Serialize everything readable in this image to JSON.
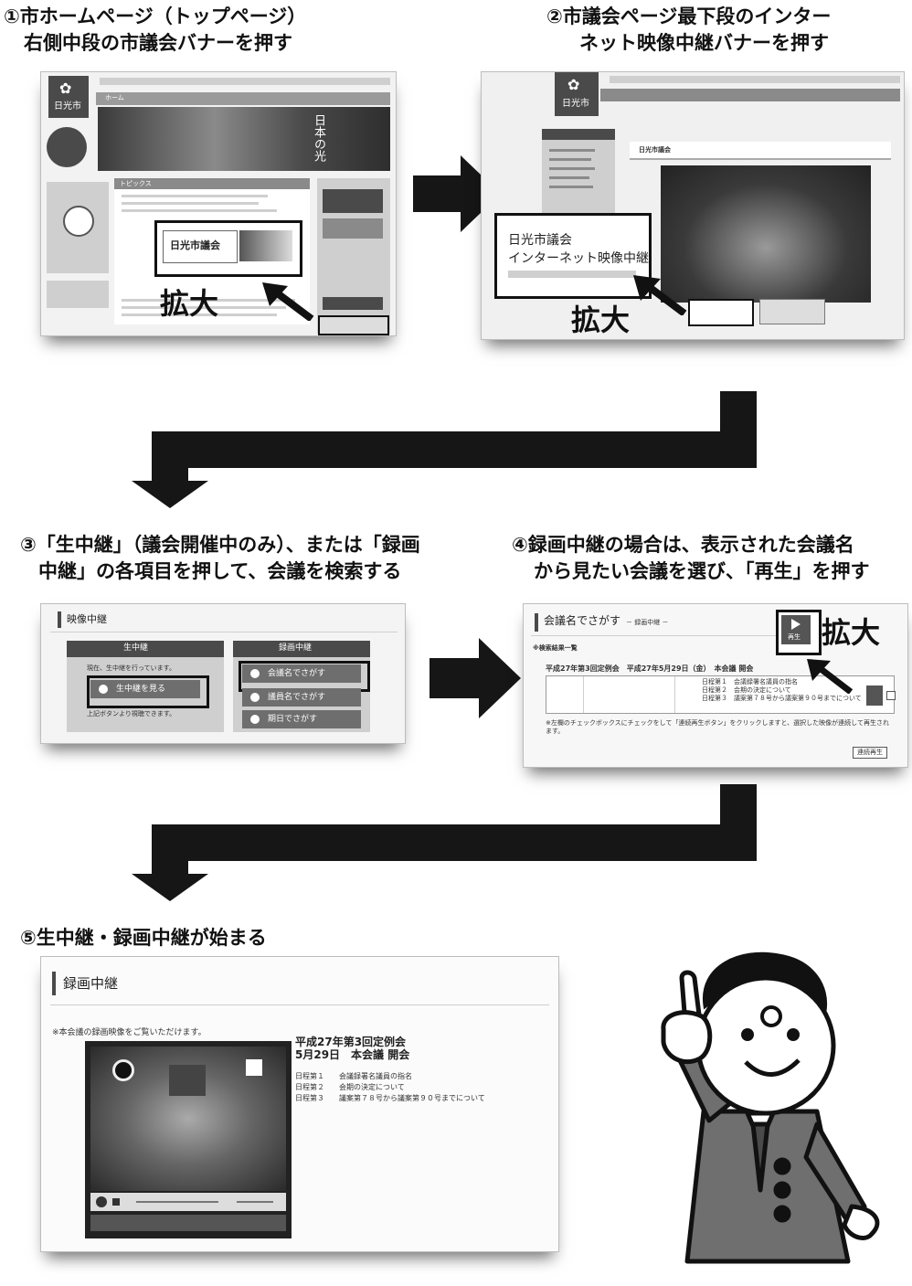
{
  "steps": [
    {
      "number": "①",
      "title_line1": "市ホームページ（トップページ）",
      "title_line2": "右側中段の市議会バナーを押す"
    },
    {
      "number": "②",
      "title_line1": "市議会ページ最下段のインター",
      "title_line2": "ネット映像中継バナーを押す"
    },
    {
      "number": "③",
      "title_line1": "「生中継」（議会開催中のみ）、または「録画",
      "title_line2": "中継」の各項目を押して、会議を検索する"
    },
    {
      "number": "④",
      "title_line1": "録画中継の場合は、表示された会議名",
      "title_line2": "から見たい会議を選び、「再生」を押す"
    },
    {
      "number": "⑤",
      "title_line1": "生中継・録画中継が始まる"
    }
  ],
  "zoom_label": "拡大",
  "shot1": {
    "site_name": "日光市",
    "hero_text": "日本の光",
    "tab_home": "ホーム",
    "topics_title": "トピックス",
    "banner_text": "日光市議会"
  },
  "shot2": {
    "site_name": "日光市",
    "section_title": "日光市議会",
    "banner_line1": "日光市議会",
    "banner_line2": "インターネット映像中継"
  },
  "shot3": {
    "panel_title": "映像中継",
    "live_header": "生中継",
    "live_note": "現在、生中継を行っています。",
    "live_button": "生中継を見る",
    "live_footer": "上記ボタンより視聴できます。",
    "rec_header": "録画中継",
    "rec_buttons": [
      "会議名でさがす",
      "議員名でさがす",
      "期日でさがす"
    ]
  },
  "shot4": {
    "panel_title": "会議名でさがす",
    "sub_title": "－ 録画中継 －",
    "result_label": "※検索結果一覧",
    "meeting_title": "平成27年第3回定例会　平成27年5月29日（金）　本会議 開会",
    "agenda": [
      "日程第１　会議録署名議員の指名",
      "日程第２　会期の決定について",
      "日程第３　議案第７８号から議案第９０号までについて"
    ],
    "play_label": "再生",
    "note": "※左欄のチェックボックスにチェックをして「連続再生ボタン」をクリックしますと、選択した映像が連続して再生されます。",
    "continuous_button": "連続再生"
  },
  "shot5": {
    "panel_title": "録画中継",
    "intro": "※本会議の録画映像をご覧いただけます。",
    "meeting_line1": "平成27年第3回定例会",
    "meeting_line2": "5月29日　本会議 開会",
    "agenda": [
      "日程第１　　会議録署名議員の指名",
      "日程第２　　会期の決定について",
      "日程第３　　議案第７８号から議案第９０号までについて"
    ]
  },
  "colors": {
    "arrow": "#161616",
    "accent_dark": "#4a4a4a",
    "button_grey": "#6e6e6e"
  }
}
